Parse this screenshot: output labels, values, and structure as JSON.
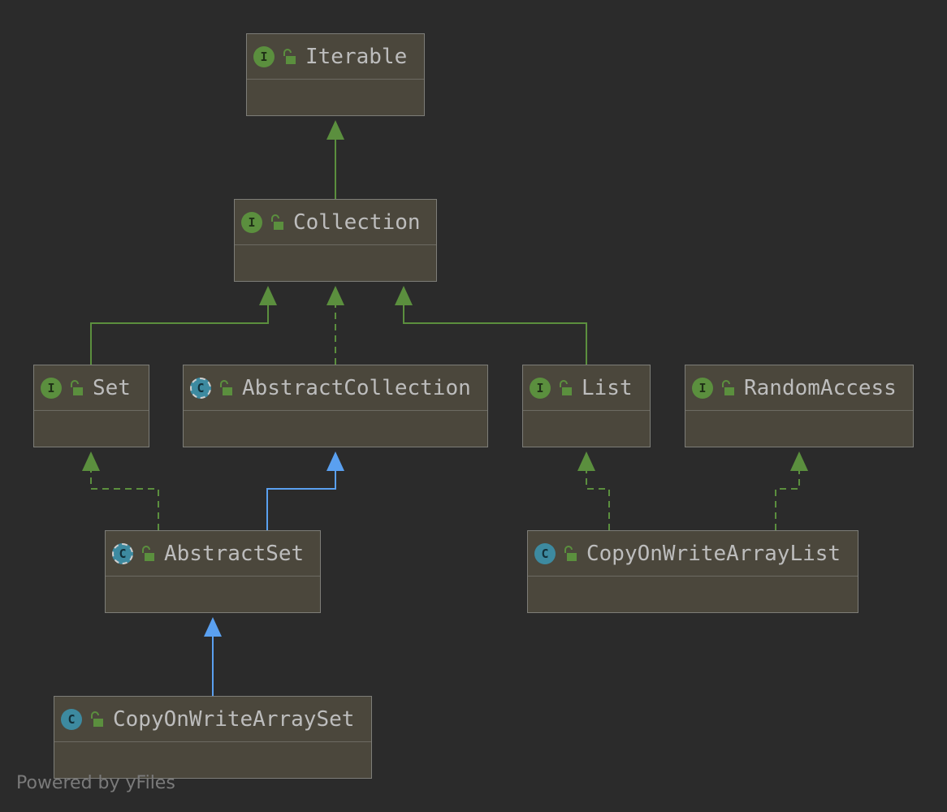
{
  "diagram": {
    "nodes": [
      {
        "id": "iterable",
        "name": "Iterable",
        "kind": "interface",
        "kind_letter": "I"
      },
      {
        "id": "collection",
        "name": "Collection",
        "kind": "interface",
        "kind_letter": "I"
      },
      {
        "id": "set",
        "name": "Set",
        "kind": "interface",
        "kind_letter": "I"
      },
      {
        "id": "abstract-collection",
        "name": "AbstractCollection",
        "kind": "abstract-class",
        "kind_letter": "C"
      },
      {
        "id": "list",
        "name": "List",
        "kind": "interface",
        "kind_letter": "I"
      },
      {
        "id": "random-access",
        "name": "RandomAccess",
        "kind": "interface",
        "kind_letter": "I"
      },
      {
        "id": "abstract-set",
        "name": "AbstractSet",
        "kind": "abstract-class",
        "kind_letter": "C"
      },
      {
        "id": "copy-on-write-array-list",
        "name": "CopyOnWriteArrayList",
        "kind": "class",
        "kind_letter": "C"
      },
      {
        "id": "copy-on-write-array-set",
        "name": "CopyOnWriteArraySet",
        "kind": "class",
        "kind_letter": "C"
      }
    ],
    "edges": [
      {
        "from": "collection",
        "to": "iterable",
        "type": "extends-interface"
      },
      {
        "from": "set",
        "to": "collection",
        "type": "extends-interface"
      },
      {
        "from": "abstract-collection",
        "to": "collection",
        "type": "implements"
      },
      {
        "from": "list",
        "to": "collection",
        "type": "extends-interface"
      },
      {
        "from": "abstract-set",
        "to": "set",
        "type": "implements"
      },
      {
        "from": "abstract-set",
        "to": "abstract-collection",
        "type": "extends-class"
      },
      {
        "from": "copy-on-write-array-list",
        "to": "list",
        "type": "implements"
      },
      {
        "from": "copy-on-write-array-list",
        "to": "random-access",
        "type": "implements"
      },
      {
        "from": "copy-on-write-array-set",
        "to": "abstract-set",
        "type": "extends-class"
      }
    ],
    "colors": {
      "background": "#2b2b2b",
      "node_fill": "#4b473c",
      "node_border": "#7d7d78",
      "interface_edge": "#5b8f3e",
      "class_edge": "#5aa0f0",
      "interface_icon": "#5b8f3e",
      "class_icon": "#3d8aa0",
      "text": "#bdbdbd"
    }
  },
  "footer": "Powered by yFiles"
}
